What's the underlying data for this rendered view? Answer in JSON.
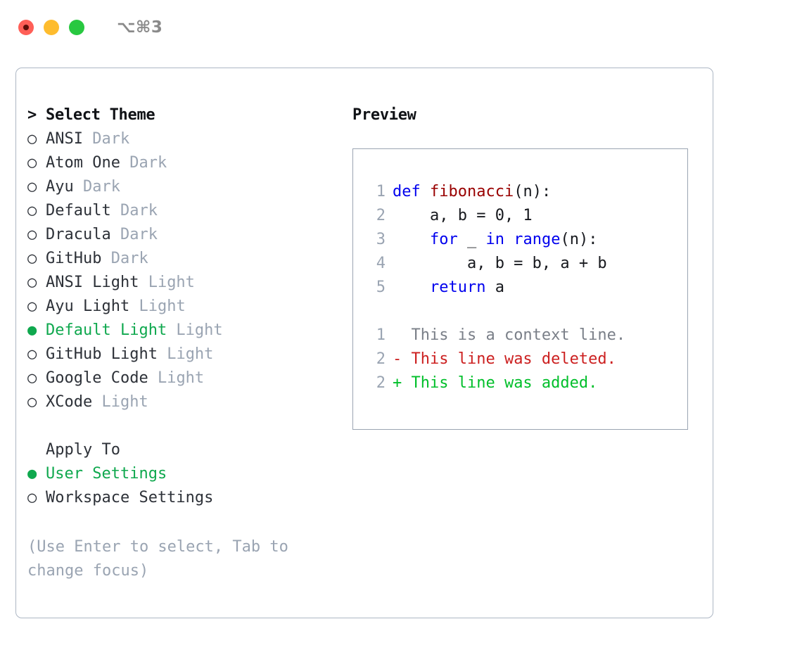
{
  "titlebar": {
    "shortcut": "⌥⌘3",
    "lights": [
      {
        "name": "close",
        "color": "#ff5f57"
      },
      {
        "name": "minimize",
        "color": "#febc2e"
      },
      {
        "name": "maximize",
        "color": "#28c840"
      }
    ]
  },
  "theme_picker": {
    "heading_marker": ">",
    "heading": "Select Theme",
    "marker_selected": "●",
    "marker_unselected": "○",
    "items": [
      {
        "marker": "○",
        "name": "ANSI",
        "kind": "Dark",
        "selected": false
      },
      {
        "marker": "○",
        "name": "Atom One",
        "kind": "Dark",
        "selected": false
      },
      {
        "marker": "○",
        "name": "Ayu",
        "kind": "Dark",
        "selected": false
      },
      {
        "marker": "○",
        "name": "Default",
        "kind": "Dark",
        "selected": false
      },
      {
        "marker": "○",
        "name": "Dracula",
        "kind": "Dark",
        "selected": false
      },
      {
        "marker": "○",
        "name": "GitHub",
        "kind": "Dark",
        "selected": false
      },
      {
        "marker": "○",
        "name": "ANSI Light",
        "kind": "Light",
        "selected": false
      },
      {
        "marker": "○",
        "name": "Ayu Light",
        "kind": "Light",
        "selected": false
      },
      {
        "marker": "●",
        "name": "Default Light",
        "kind": "Light",
        "selected": true
      },
      {
        "marker": "○",
        "name": "GitHub Light",
        "kind": "Light",
        "selected": false
      },
      {
        "marker": "○",
        "name": "Google Code",
        "kind": "Light",
        "selected": false
      },
      {
        "marker": "○",
        "name": "XCode",
        "kind": "Light",
        "selected": false
      }
    ]
  },
  "apply_to": {
    "heading": "Apply To",
    "items": [
      {
        "marker": "●",
        "label": "User Settings",
        "selected": true
      },
      {
        "marker": "○",
        "label": "Workspace Settings",
        "selected": false
      }
    ]
  },
  "hint": "(Use Enter to select, Tab to change focus)",
  "preview": {
    "title": "Preview",
    "code_lines": [
      {
        "no": "1",
        "tokens": [
          {
            "t": "def",
            "c": "kw"
          },
          {
            "t": " ",
            "c": "plain"
          },
          {
            "t": "fibonacci",
            "c": "fn"
          },
          {
            "t": "(n):",
            "c": "plain"
          }
        ]
      },
      {
        "no": "2",
        "tokens": [
          {
            "t": "    a, b = 0, 1",
            "c": "plain"
          }
        ]
      },
      {
        "no": "3",
        "tokens": [
          {
            "t": "    ",
            "c": "plain"
          },
          {
            "t": "for",
            "c": "kw"
          },
          {
            "t": " _ ",
            "c": "plain"
          },
          {
            "t": "in",
            "c": "kw"
          },
          {
            "t": " ",
            "c": "plain"
          },
          {
            "t": "range",
            "c": "kw"
          },
          {
            "t": "(n):",
            "c": "plain"
          }
        ]
      },
      {
        "no": "4",
        "tokens": [
          {
            "t": "        a, b = b, a + b",
            "c": "plain"
          }
        ]
      },
      {
        "no": "5",
        "tokens": [
          {
            "t": "    ",
            "c": "plain"
          },
          {
            "t": "return",
            "c": "kw"
          },
          {
            "t": " a",
            "c": "plain"
          }
        ]
      }
    ],
    "diff_lines": [
      {
        "no": "1",
        "sign": " ",
        "text": " This is a context line.",
        "kind": "ctx"
      },
      {
        "no": "2",
        "sign": "-",
        "text": " This line was deleted.",
        "kind": "del"
      },
      {
        "no": "2",
        "sign": "+",
        "text": " This line was added.",
        "kind": "add"
      }
    ]
  },
  "colors": {
    "accent_green": "#0fa84e",
    "muted": "#9aa4b2",
    "text": "#2d3138",
    "keyword_blue": "#0000ee",
    "function_red": "#990000",
    "diff_deleted": "#cc2020",
    "diff_added": "#00bf2a",
    "border": "#adb7c4"
  }
}
